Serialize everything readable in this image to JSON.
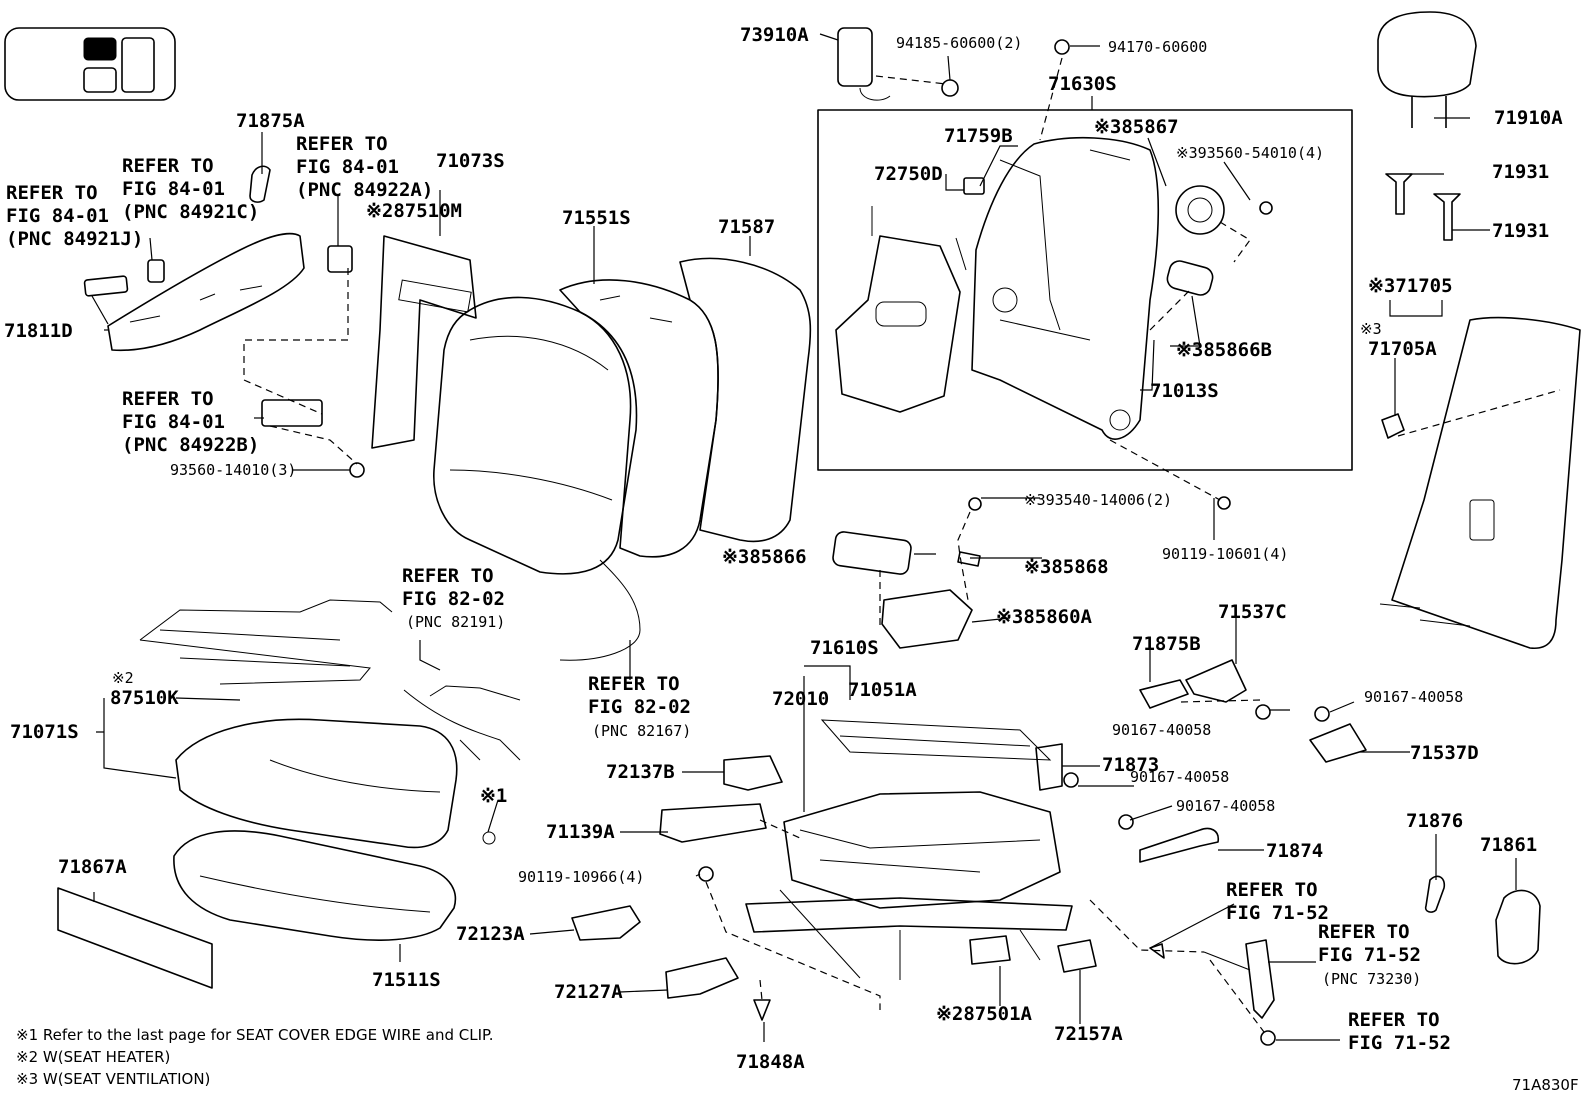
{
  "figure_code": "71A830F",
  "refer_blocks": {
    "r8401_pnc84921j": {
      "l1": "REFER TO",
      "l2": "FIG 84-01",
      "l3": "(PNC 84921J)"
    },
    "r8401_pnc84921c": {
      "l1": "REFER TO",
      "l2": "FIG 84-01",
      "l3": "(PNC 84921C)"
    },
    "r8401_pnc84922a": {
      "l1": "REFER TO",
      "l2": "FIG 84-01",
      "l3": "(PNC 84922A)"
    },
    "r8401_pnc84922b": {
      "l1": "REFER TO",
      "l2": "FIG 84-01",
      "l3": "(PNC 84922B)"
    },
    "r8202_pnc82191": {
      "l1": "REFER TO",
      "l2": "FIG 82-02",
      "l3": "(PNC 82191)"
    },
    "r8202_pnc82167": {
      "l1": "REFER TO",
      "l2": "FIG 82-02",
      "l3": "(PNC 82167)"
    },
    "r7152_a": {
      "l1": "REFER TO",
      "l2": "FIG 71-52"
    },
    "r7152_pnc73230": {
      "l1": "REFER TO",
      "l2": "FIG 71-52",
      "l3": "(PNC 73230)"
    },
    "r7152_b": {
      "l1": "REFER TO",
      "l2": "FIG 71-52"
    }
  },
  "parts": {
    "p71875a": "71875A",
    "p71073s": "71073S",
    "p87510m": "87510M",
    "p87510m_mark": "※2",
    "p71551s": "71551S",
    "p71587": "71587",
    "p71811d": "71811D",
    "p93560_14010": "93560-14010(3)",
    "p73910a": "73910A",
    "p94185_60600": "94185-60600(2)",
    "p94170_60600": "94170-60600",
    "p71630s": "71630S",
    "p71759b": "71759B",
    "p72750d": "72750D",
    "p85867": "85867",
    "p85867_mark": "※3",
    "p93560_54010": "93560-54010(4)",
    "p93560_54010_mark": "※3",
    "p85866b": "85866B",
    "p85866b_mark": "※3",
    "p71013s": "71013S",
    "p71910a": "71910A",
    "p71931_a": "71931",
    "p71931_b": "71931",
    "p71705": "71705",
    "p71705_mark": "※3",
    "p71705a": "71705A",
    "p71705a_mark": "※3",
    "p93540_14006": "93540-14006(2)",
    "p93540_14006_mark": "※3",
    "p90119_10601": "90119-10601(4)",
    "p85866": "85866",
    "p85866_mark": "※3",
    "p85868": "85868",
    "p85868_mark": "※3",
    "p85860a": "85860A",
    "p85860a_mark": "※3",
    "p71610s": "71610S",
    "p72010": "72010",
    "p71051a": "71051A",
    "p71875b": "71875B",
    "p71537c": "71537C",
    "p90167_a": "90167-40058",
    "p90167_b": "90167-40058",
    "p90167_c": "90167-40058",
    "p90167_d": "90167-40058",
    "p71537d": "71537D",
    "p71873": "71873",
    "p71874": "71874",
    "p71876": "71876",
    "p71861": "71861",
    "p87510k": "87510K",
    "p87510k_mark": "※2",
    "p71071s": "71071S",
    "p72137b": "72137B",
    "p71139a": "71139A",
    "p90119_10966": "90119-10966(4)",
    "p72123a": "72123A",
    "p72127a": "72127A",
    "p71867a": "71867A",
    "p71511s": "71511S",
    "p87501a": "87501A",
    "p87501a_mark": "※2",
    "p72157a": "72157A",
    "p71848a": "71848A",
    "mark_x1": "※1"
  },
  "footnotes": {
    "n1": "※1 Refer to the last page for SEAT COVER EDGE WIRE and CLIP.",
    "n2": "※2 W(SEAT HEATER)",
    "n3": "※3 W(SEAT VENTILATION)"
  }
}
